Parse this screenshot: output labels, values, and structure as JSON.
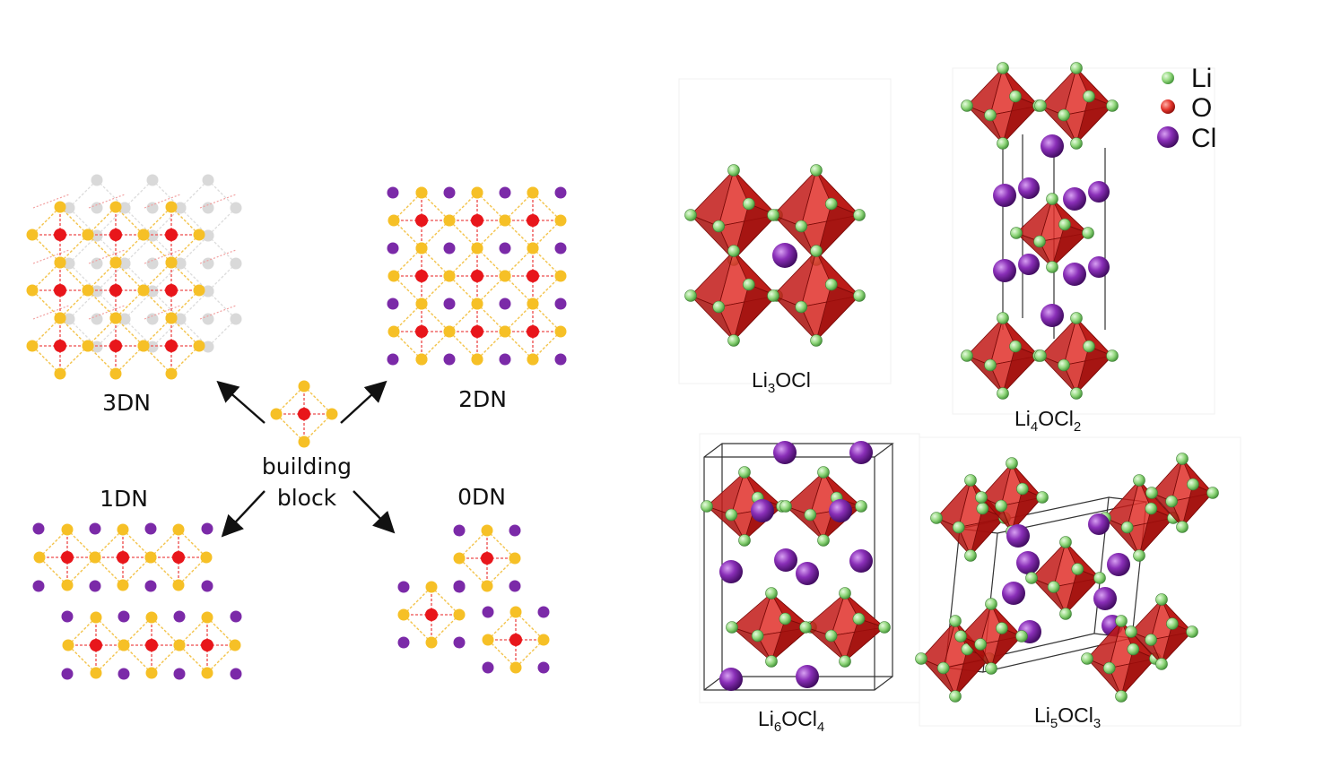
{
  "left_panel": {
    "labels": {
      "n3d": "3DN",
      "n2d": "2DN",
      "n1d": "1DN",
      "n0d": "0DN",
      "building_block_line1": "building",
      "building_block_line2": "block"
    }
  },
  "right_panel": {
    "legend": [
      {
        "label": "Li",
        "color": "#8fd67a"
      },
      {
        "label": "O",
        "color": "#e2342b"
      },
      {
        "label": "Cl",
        "color": "#7b22a8"
      }
    ],
    "structures": [
      {
        "base": "Li",
        "sub1": "3",
        "mid": "OCl",
        "sub2": ""
      },
      {
        "base": "Li",
        "sub1": "4",
        "mid": "OCl",
        "sub2": "2"
      },
      {
        "base": "Li",
        "sub1": "6",
        "mid": "OCl",
        "sub2": "4"
      },
      {
        "base": "Li",
        "sub1": "5",
        "mid": "OCl",
        "sub2": "3"
      }
    ]
  },
  "colors": {
    "li_yellow": "#f6c026",
    "o_red": "#e8161b",
    "cl_purple": "#7b2aa8",
    "ghost_gray": "#d9d9d9",
    "octa_red": "#d8221f",
    "li_green": "#8fd67a"
  }
}
